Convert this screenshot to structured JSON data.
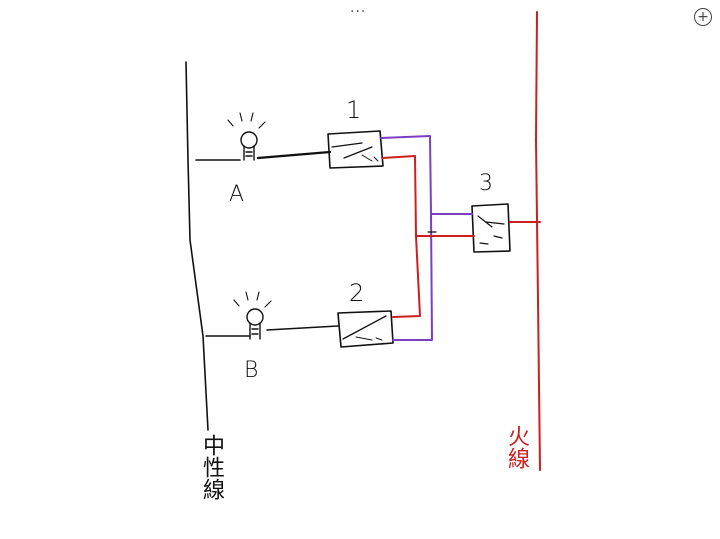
{
  "toolbar": {
    "more_menu_glyph": "···",
    "add_glyph": "+"
  },
  "diagram": {
    "switch_labels": [
      "1",
      "2",
      "3"
    ],
    "lamp_labels": [
      "A",
      "B"
    ],
    "neutral_wire_label": "中性線",
    "live_wire_label": "火線",
    "colors": {
      "neutral": "#111111",
      "live": "#cc1f1f",
      "traveler": "#7b3fc4"
    }
  }
}
